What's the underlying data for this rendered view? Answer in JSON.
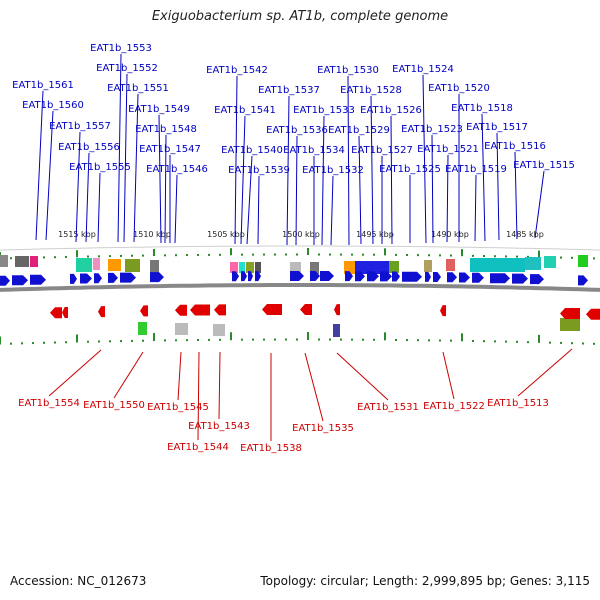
{
  "title": "Exiguobacterium sp. AT1b, complete genome",
  "footer": {
    "accession": "Accession: NC_012673",
    "summary": "Topology: circular; Length: 2,999,895 bp; Genes: 3,115"
  },
  "colors": {
    "forward_gene": "#1010d0",
    "reverse_gene": "#e00000",
    "forward_label": "#0000c0",
    "reverse_label": "#cc0000",
    "backbone": "#888888",
    "tick": "#2a8a2a"
  },
  "scale_labels": [
    "1515 kbp",
    "1510 kbp",
    "1505 kbp",
    "1500 kbp",
    "1495 kbp",
    "1490 kbp",
    "1485 kbp"
  ],
  "forward_genes": [
    "EAT1b_1561",
    "EAT1b_1560",
    "EAT1b_1557",
    "EAT1b_1556",
    "EAT1b_1555",
    "EAT1b_1553",
    "EAT1b_1552",
    "EAT1b_1551",
    "EAT1b_1549",
    "EAT1b_1548",
    "EAT1b_1547",
    "EAT1b_1546",
    "EAT1b_1542",
    "EAT1b_1541",
    "EAT1b_1540",
    "EAT1b_1539",
    "EAT1b_1537",
    "EAT1b_1536",
    "EAT1b_1534",
    "EAT1b_1533",
    "EAT1b_1532",
    "EAT1b_1530",
    "EAT1b_1529",
    "EAT1b_1528",
    "EAT1b_1527",
    "EAT1b_1526",
    "EAT1b_1525",
    "EAT1b_1524",
    "EAT1b_1523",
    "EAT1b_1521",
    "EAT1b_1520",
    "EAT1b_1519",
    "EAT1b_1518",
    "EAT1b_1517",
    "EAT1b_1516",
    "EAT1b_1515"
  ],
  "reverse_genes": [
    "EAT1b_1554",
    "EAT1b_1550",
    "EAT1b_1545",
    "EAT1b_1544",
    "EAT1b_1543",
    "EAT1b_1538",
    "EAT1b_1535",
    "EAT1b_1531",
    "EAT1b_1522",
    "EAT1b_1513"
  ]
}
